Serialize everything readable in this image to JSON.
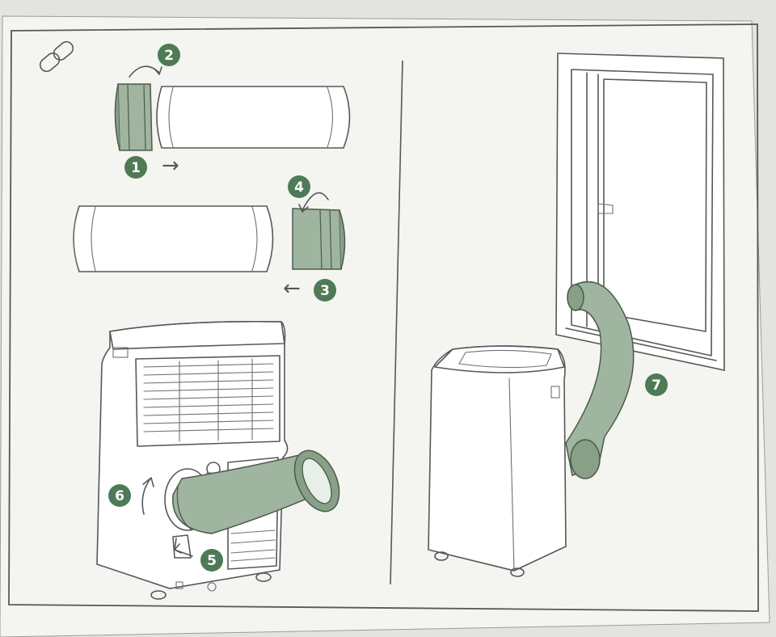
{
  "steps": [
    {
      "id": "step-1",
      "label": "1",
      "arrow": "→"
    },
    {
      "id": "step-2",
      "label": "2"
    },
    {
      "id": "step-3",
      "label": "3",
      "arrow": "←"
    },
    {
      "id": "step-4",
      "label": "4"
    },
    {
      "id": "step-5",
      "label": "5"
    },
    {
      "id": "step-6",
      "label": "6"
    },
    {
      "id": "step-7",
      "label": "7"
    }
  ],
  "colors": {
    "paper": "#f4f4f1",
    "line": "#55585a",
    "accent_green": "#9fb59f",
    "badge_green": "#4e7a55"
  },
  "icons": {
    "top_left": "link-icon"
  }
}
